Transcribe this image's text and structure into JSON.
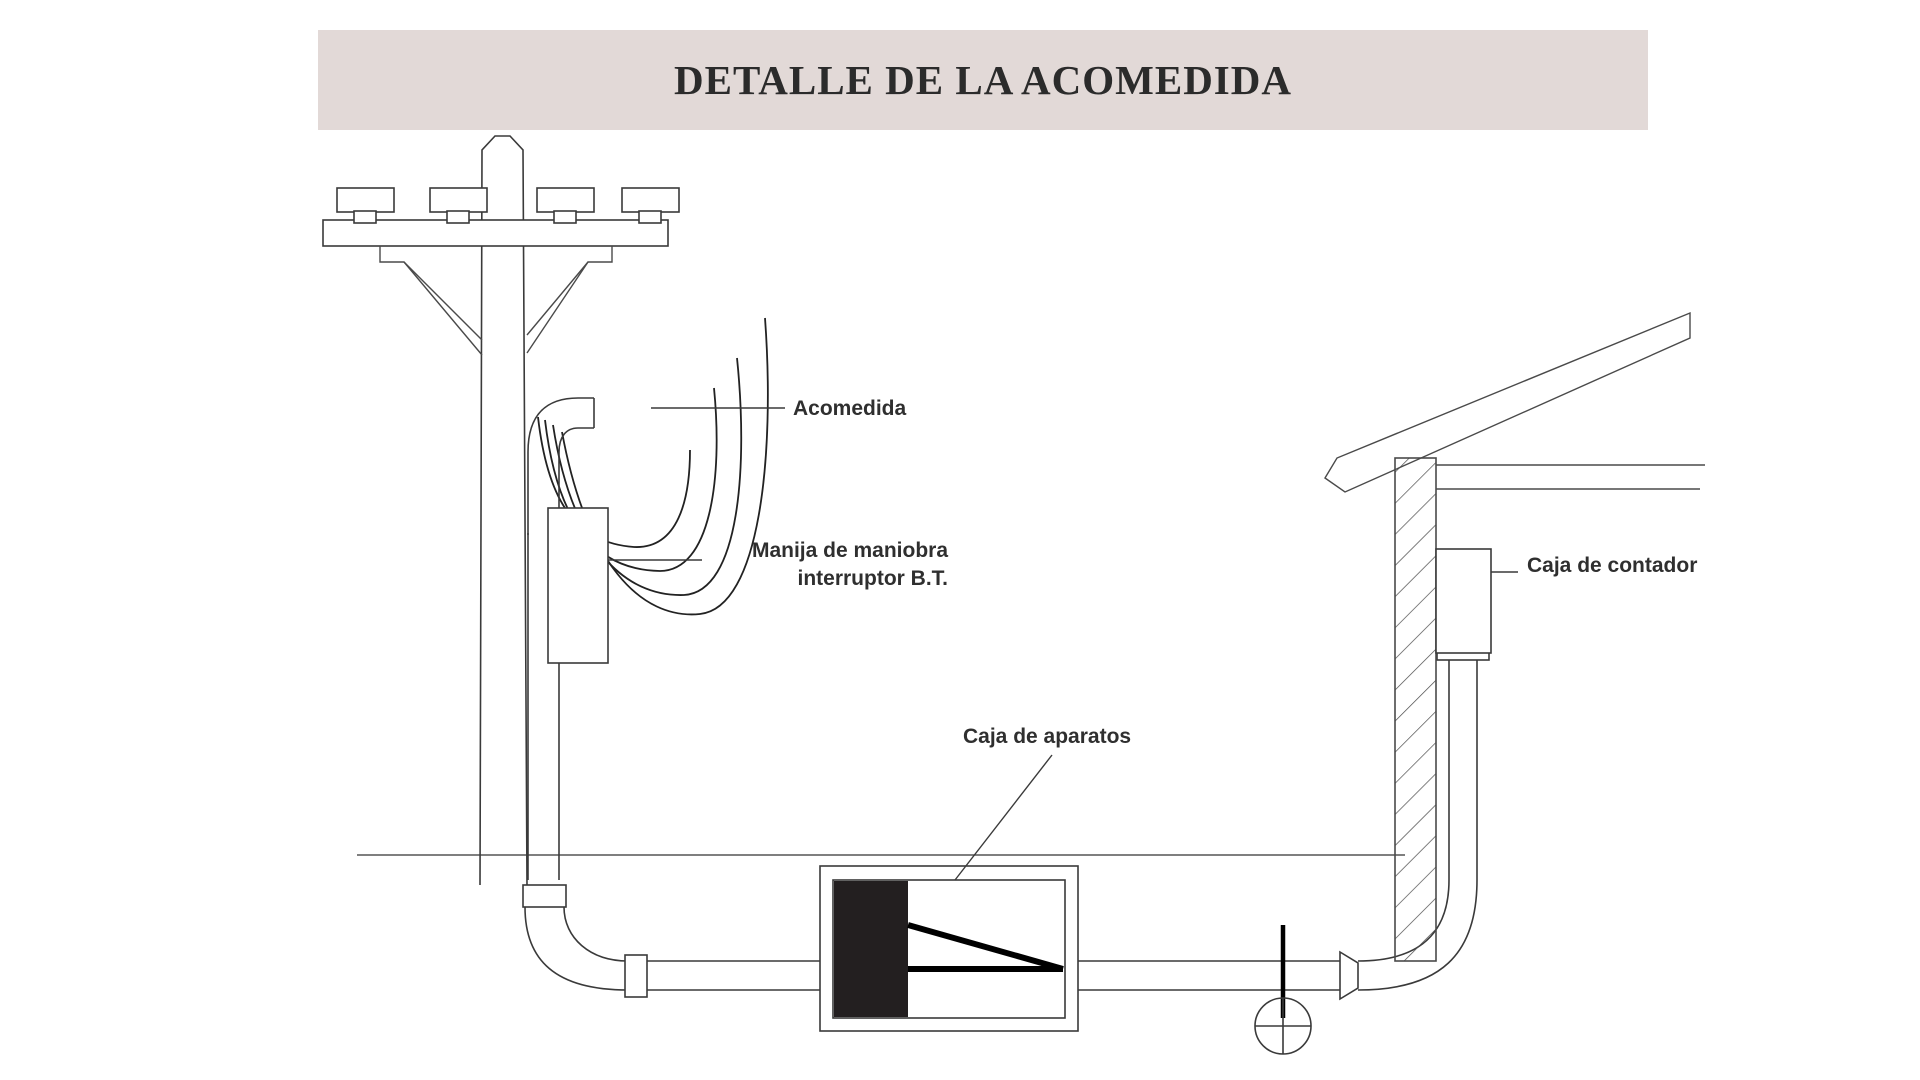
{
  "document": {
    "title": "DETALLE DE LA ACOMEDIDA",
    "banner_color": "#e2d9d7",
    "background_color": "#ffffff",
    "line_color": "#3a3a3a",
    "accent_dark": "#231f20"
  },
  "labels": {
    "acomedida": "Acomedida",
    "manija": "Manija de maniobra\ninterruptor B.T.",
    "caja_aparatos": "Caja de aparatos",
    "caja_contador": "Caja de contador"
  },
  "components": {
    "utility_pole": "utility-pole",
    "crossarm": "crossarm",
    "insulator_count": 4,
    "service_drop": "acomedida-service-drop-wires",
    "weatherhead": "weatherhead-conduit-elbow",
    "riser_conduit": "riser-conduit",
    "switch_box": "low-voltage-switch-box",
    "ground_line": "ground-line",
    "apparatus_box": "caja-de-aparatos",
    "ground_rod": "ground-rod-electrode",
    "house_wall": "hatched-masonry-wall",
    "roof": "sloped-roof",
    "meter_box": "caja-de-contador",
    "couplings": 4
  }
}
